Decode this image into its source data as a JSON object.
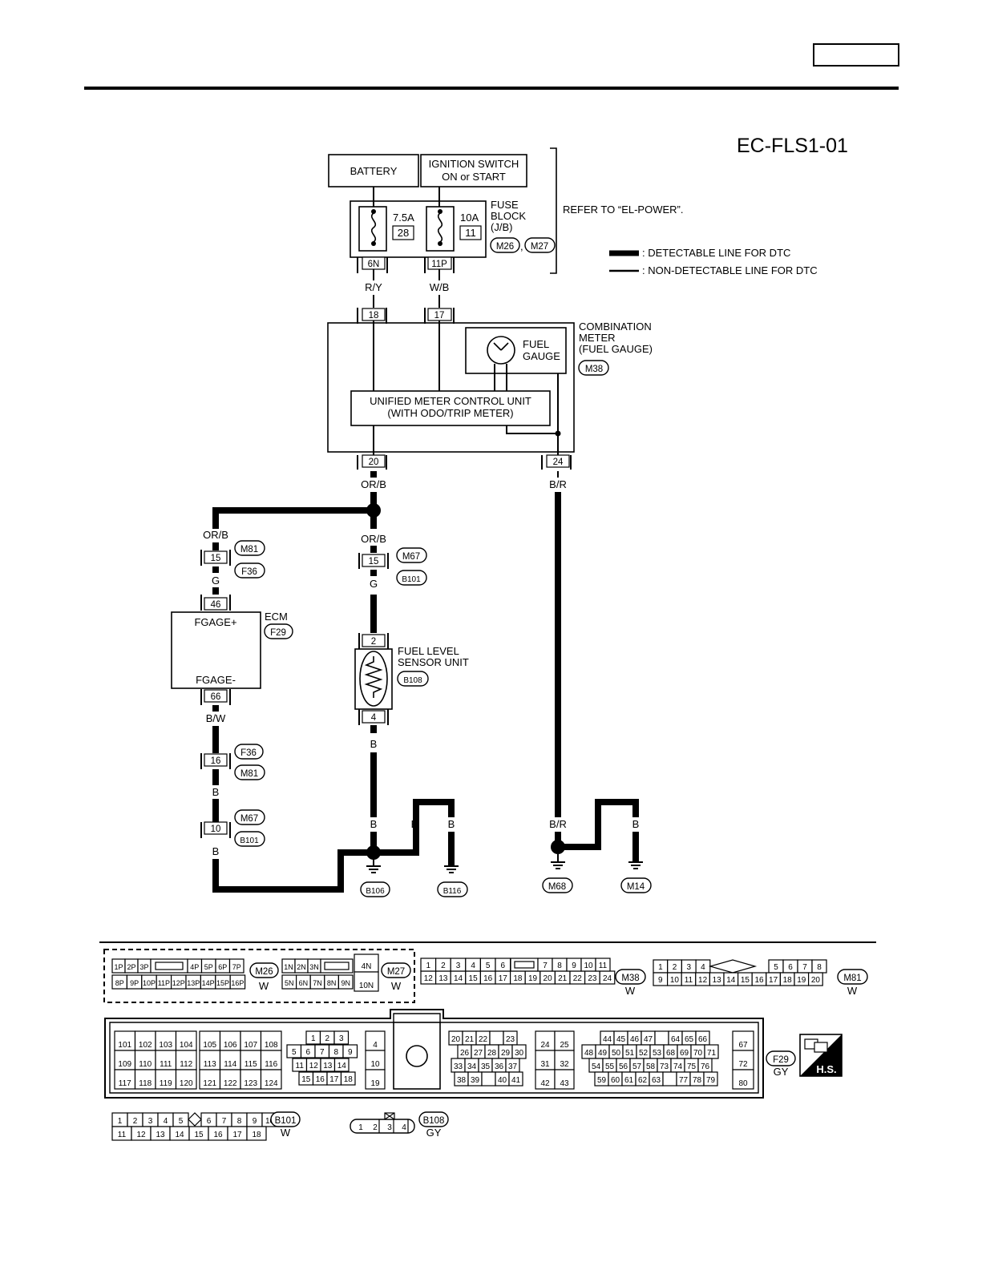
{
  "page": {
    "diagram_code": "EC-FLS1-01",
    "header_tab": ""
  },
  "top": {
    "battery": "BATTERY",
    "ign1": "IGNITION SWITCH",
    "ign2": "ON or START",
    "fuse1_amp": "7.5A",
    "fuse1_no": "28",
    "fuse2_amp": "10A",
    "fuse2_no": "11",
    "fuseblock1": "FUSE",
    "fuseblock2": "BLOCK",
    "fuseblock3": "(J/B)",
    "fb_conn1": "M26",
    "fb_comma": ",",
    "fb_conn2": "M27",
    "refer": "REFER TO “EL-POWER”.",
    "pin_6n": "6N",
    "pin_11p": "11P",
    "wire_ry": "R/Y",
    "wire_wb": "W/B"
  },
  "legend": {
    "detectable": ": DETECTABLE LINE FOR DTC",
    "nondetectable": ": NON-DETECTABLE LINE FOR DTC"
  },
  "meter": {
    "pin18": "18",
    "pin17": "17",
    "pin20": "20",
    "pin24": "24",
    "name1": "COMBINATION",
    "name2": "METER",
    "name3": "(FUEL GAUGE)",
    "conn": "M38",
    "gauge1": "FUEL",
    "gauge2": "GAUGE",
    "umcu1": "UNIFIED METER CONTROL UNIT",
    "umcu2": "(WITH ODO/TRIP METER)",
    "wire_orb": "OR/B",
    "wire_br": "B/R"
  },
  "ecm_branch": {
    "wire_orb": "OR/B",
    "pin15": "15",
    "conn_m81": "M81",
    "conn_f36": "F36",
    "wire_g": "G",
    "pin46": "46",
    "ecm": "ECM",
    "conn_f29": "F29",
    "fgage_plus": "FGAGE+",
    "fgage_minus": "FGAGE-",
    "pin66": "66",
    "wire_bw": "B/W",
    "pin16": "16",
    "conn_f36b": "F36",
    "conn_m81b": "M81",
    "wire_b1": "B",
    "pin10": "10",
    "conn_m67": "M67",
    "conn_b101": "B101",
    "wire_b2": "B"
  },
  "sensor_branch": {
    "wire_orb": "OR/B",
    "pin15": "15",
    "conn_m67": "M67",
    "conn_b101": "B101",
    "wire_g": "G",
    "pin2": "2",
    "name1": "FUEL LEVEL",
    "name2": "SENSOR UNIT",
    "conn_b108": "B108",
    "pin4": "4",
    "wire_b": "B"
  },
  "grounds": {
    "b_a": "B",
    "b_b": "B",
    "b_c": "B",
    "br": "B/R",
    "b_d": "B",
    "b_e": "B",
    "g1": "B106",
    "g2": "B116",
    "g3": "M68",
    "g4": "M14"
  },
  "connectors": {
    "m26_r1": [
      "1P",
      "2P",
      "3P",
      "",
      "4P",
      "5P",
      "6P",
      "7P"
    ],
    "m26_r2": [
      "8P",
      "9P",
      "10P",
      "11P",
      "12P",
      "13P",
      "14P",
      "15P",
      "16P"
    ],
    "m26": "M26",
    "m26_color": "W",
    "m27_r1": [
      "1N",
      "2N",
      "3N",
      ""
    ],
    "m27_r2": [
      "5N",
      "6N",
      "7N",
      "8N",
      "9N"
    ],
    "m27_4n": "4N",
    "m27_10n": "10N",
    "m27": "M27",
    "m27_color": "W",
    "m38_r1": [
      "1",
      "2",
      "3",
      "4",
      "5",
      "6",
      "",
      "7",
      "8",
      "9",
      "10",
      "11"
    ],
    "m38_r2": [
      "12",
      "13",
      "14",
      "15",
      "16",
      "17",
      "18",
      "19",
      "20",
      "21",
      "22",
      "23",
      "24"
    ],
    "m38": "M38",
    "m38_color": "W",
    "m81_r1": [
      "1",
      "2",
      "3",
      "4",
      "",
      "5",
      "6",
      "7",
      "8"
    ],
    "m81_r2": [
      "9",
      "10",
      "11",
      "12",
      "13",
      "14",
      "15",
      "16",
      "17",
      "18",
      "19",
      "20"
    ],
    "m81": "M81",
    "m81_color": "W",
    "f29": "F29",
    "f29_color": "GY",
    "ecm_g1": [
      [
        "101",
        "102",
        "103",
        "104"
      ],
      [
        "109",
        "110",
        "111",
        "112"
      ],
      [
        "117",
        "118",
        "119",
        "120"
      ]
    ],
    "ecm_g2": [
      [
        "105",
        "106",
        "107",
        "108"
      ],
      [
        "113",
        "114",
        "115",
        "116"
      ],
      [
        "121",
        "122",
        "123",
        "124"
      ]
    ],
    "ecm_g3": [
      [
        "1",
        "2",
        "3"
      ],
      [
        "5",
        "6",
        "7",
        "8",
        "9"
      ],
      [
        "11",
        "12",
        "13",
        "14"
      ],
      [
        "15",
        "16",
        "17",
        "18"
      ]
    ],
    "ecm_g4": [
      "4",
      "10",
      "19"
    ],
    "ecm_g5": [
      [
        "20",
        "21",
        "22",
        "",
        "23"
      ],
      [
        "26",
        "27",
        "28",
        "29",
        "30"
      ],
      [
        "33",
        "34",
        "35",
        "36",
        "37"
      ],
      [
        "38",
        "39",
        "",
        "40",
        "41"
      ]
    ],
    "ecm_g6": [
      [
        "24",
        "25"
      ],
      [
        "31",
        "32"
      ],
      [
        "42",
        "43"
      ]
    ],
    "ecm_g7": [
      [
        "44",
        "45",
        "46",
        "47",
        "",
        "64",
        "65",
        "66"
      ],
      [
        "48",
        "49",
        "50",
        "51",
        "52",
        "53",
        "68",
        "69",
        "70",
        "71"
      ],
      [
        "54",
        "55",
        "56",
        "57",
        "58",
        "73",
        "74",
        "75",
        "76"
      ],
      [
        "59",
        "60",
        "61",
        "62",
        "63",
        "",
        "77",
        "78",
        "79"
      ]
    ],
    "ecm_g8": [
      "67",
      "72",
      "80"
    ],
    "hs": "H.S.",
    "b101_r1": [
      "1",
      "2",
      "3",
      "4",
      "5",
      "",
      "6",
      "7",
      "8",
      "9",
      "10"
    ],
    "b101_r2": [
      "11",
      "12",
      "13",
      "14",
      "15",
      "16",
      "17",
      "18"
    ],
    "b101": "B101",
    "b101_color": "W",
    "b108_r": [
      "1",
      "2",
      "3",
      "4"
    ],
    "b108": "B108",
    "b108_color": "GY"
  }
}
